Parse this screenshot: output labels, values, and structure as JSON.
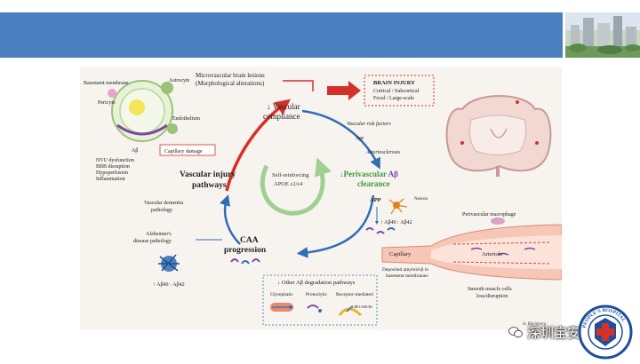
{
  "banner": {
    "color": "#4a7fc0"
  },
  "diagram": {
    "nvu_labels": [
      "Basement membrane",
      "Astrocyte",
      "Pericyte",
      "Endothelium",
      "Aβ"
    ],
    "microvascular": [
      "Microvascular brain lesions",
      "(Morphological alterations)"
    ],
    "brain_injury": {
      "title": "BRAIN INJURY",
      "lines": [
        "Cortical / Subcortical",
        "Focal / Large-scale"
      ]
    },
    "vascular_compliance": [
      "↓ Vascular",
      "compliance"
    ],
    "capillary_damage": "Capillary damage",
    "vascular_risk": "Vascular risk factors",
    "age": "Age",
    "arteriosclerosis": "Arteriosclerosis",
    "nvu_effects": [
      "NVU dysfunction",
      "BBB disruption",
      "Hypoperfusion",
      "Inflammation"
    ],
    "vascular_injury": [
      "Vascular injury",
      "pathways"
    ],
    "self_reinforcing": [
      "Self-reinforcing",
      "APOE ε2/ε4"
    ],
    "clearance": {
      "prefix": "↓Perivascular ",
      "abeta": "Aβ",
      "second": "clearance"
    },
    "app": "APP",
    "neuron": "Neuron",
    "abeta_levels": "↑ Aβ40 : Aβ42",
    "vascular_dementia": [
      "Vascular dementia",
      "pathology"
    ],
    "perivascular_macrophage": "Perivascular macrophage",
    "capillary": "Capillary",
    "arteriole": "Arteriole",
    "caa": [
      "CAA",
      "progression"
    ],
    "alzheimers": [
      "Alzheimer's",
      "disease pathology"
    ],
    "deposited": [
      "Deposited amyloid-β in",
      "basement membranes"
    ],
    "smooth_muscle": [
      "Smooth muscle cells",
      "loss/disruption"
    ],
    "degradation": {
      "title": "↓ Other Aβ degradation pathways",
      "items": [
        "Glymphatic",
        "Proteolytic",
        "Receptor-mediated"
      ],
      "receptors": "LRP1/ABCB1"
    },
    "bottom_ratio": "↑ Aβ40 : Aβ42",
    "credit": "A. Rheinberg"
  },
  "watermark": {
    "text": "深圳宝安MR"
  },
  "seal": {
    "text": "PEOPLE'S HOSPITAL"
  }
}
